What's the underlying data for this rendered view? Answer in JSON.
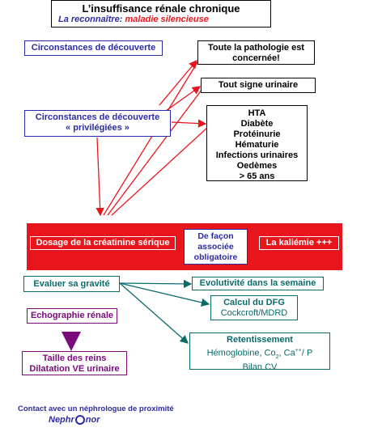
{
  "header": {
    "title": "L’insuffisance rénale chronique",
    "subtitle_prefix": "La reconnaître: ",
    "subtitle_emphasis": "maladie silencieuse"
  },
  "discovery": {
    "circumstances": "Circonstances de découverte",
    "privileged_line1": "Circonstances de découverte",
    "privileged_line2": "« privilégiées »"
  },
  "outcomes": {
    "all_pathology_line1": "Toute la pathologie est",
    "all_pathology_line2": "concernée!",
    "urinary_sign": "Tout signe urinaire",
    "list": [
      "HTA",
      "Diabète",
      "Protéinurie",
      "Hématurie",
      "Infections urinaires",
      "Oedèmes",
      "> 65 ans"
    ]
  },
  "banner": {
    "creatinine": "Dosage de la créatinine sérique",
    "associated_line1": "De façon",
    "associated_line2": "associée",
    "associated_line3": "obligatoire",
    "kalemia": "La kaliémie +++"
  },
  "severity": {
    "evaluate": "Evaluer sa gravité",
    "evolution": "Evolutivité dans la semaine",
    "dfg_line1": "Calcul du DFG",
    "dfg_line2": "Cockcroft/MDRD",
    "impact_title": "Retentissement",
    "impact_line1_a": "Hémoglobine, Co",
    "impact_line1_b": "2",
    "impact_line1_c": ", Ca",
    "impact_line1_d": "++",
    "impact_line1_e": "/ P",
    "impact_line2": "Bilan CV"
  },
  "echo": {
    "label": "Echographie rénale",
    "result_line1": "Taille des reins",
    "result_line2": "Dilatation VE urinaire"
  },
  "footer": {
    "contact": "Contact avec un néphrologue de proximité",
    "logo_left": "Nephr",
    "logo_right": "nor"
  },
  "colors": {
    "red": "#e8161c",
    "blue": "#2b2ba6",
    "teal": "#0a6b6b",
    "purple": "#7a0a7a"
  }
}
